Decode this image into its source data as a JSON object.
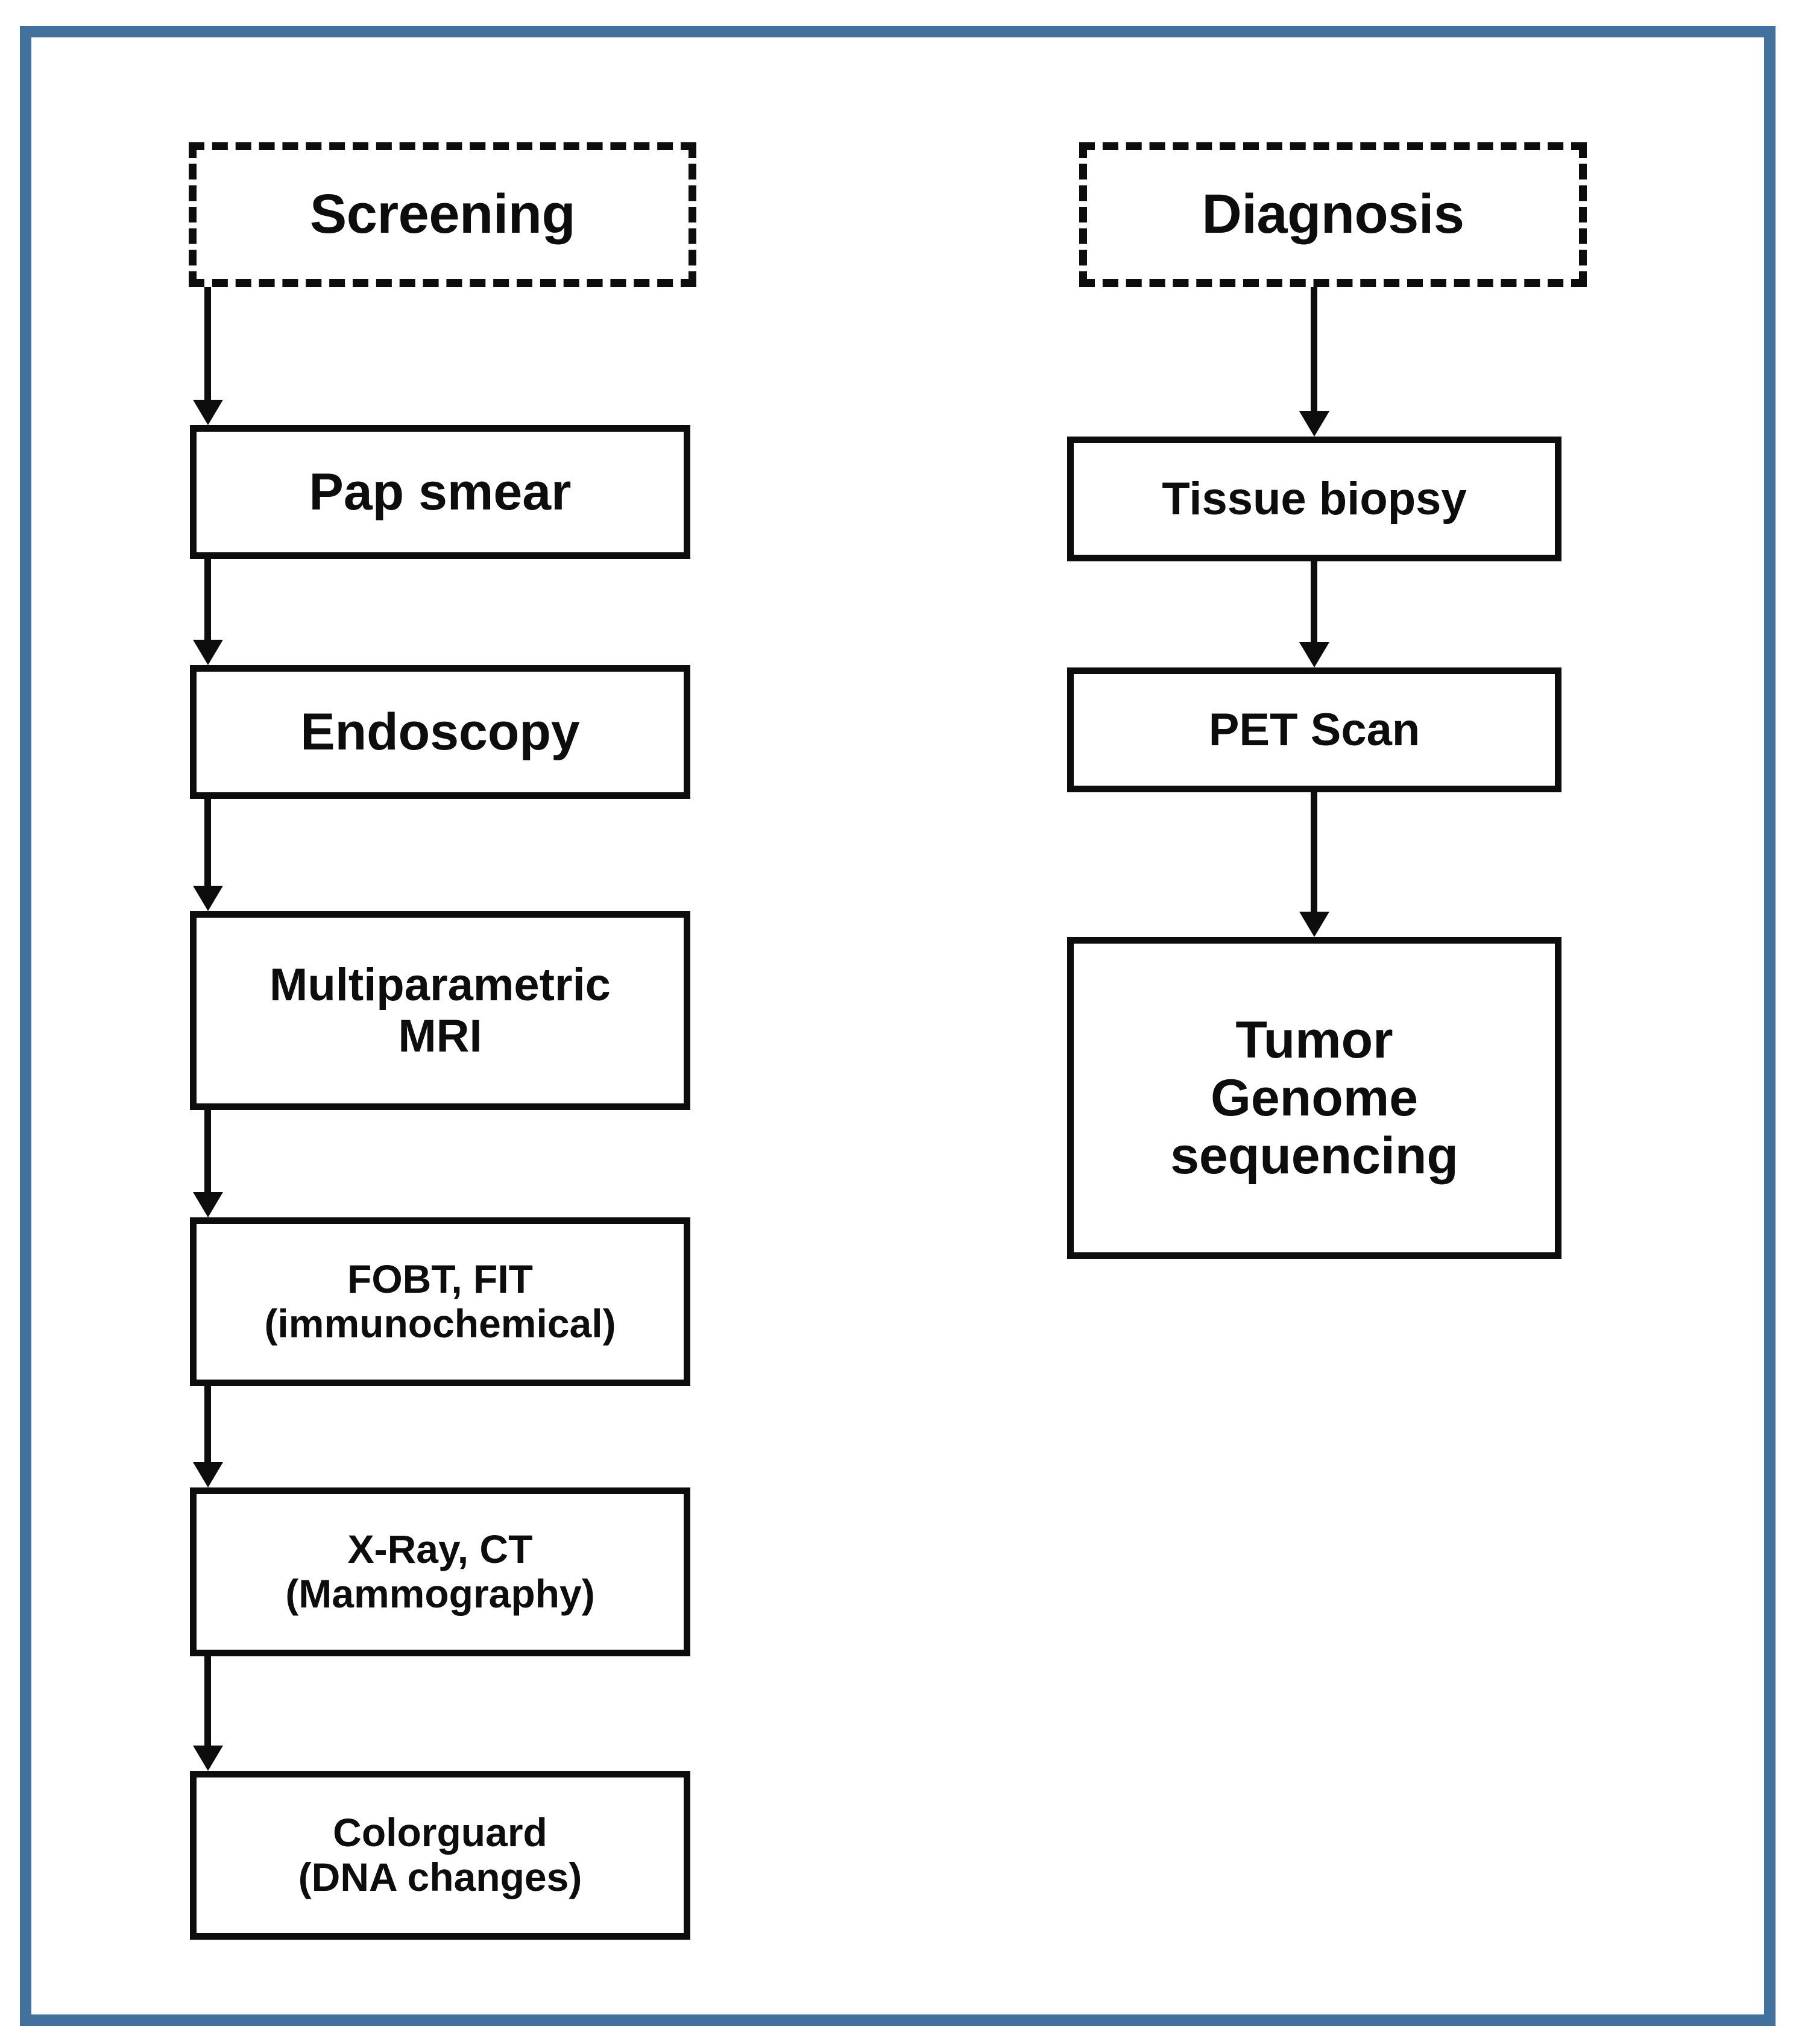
{
  "figure": {
    "frame_color": "#41719C",
    "stroke_color": "#0d0d0d",
    "background": "#ffffff"
  },
  "columns": [
    {
      "id": "screening",
      "header": {
        "label": "Screening"
      },
      "nodes": [
        {
          "id": "pap-smear",
          "lines": [
            "Pap smear"
          ]
        },
        {
          "id": "endoscopy",
          "lines": [
            "Endoscopy"
          ]
        },
        {
          "id": "multiparametric-mri",
          "lines": [
            "Multiparametric",
            "MRI"
          ]
        },
        {
          "id": "fobt-fit",
          "lines": [
            "FOBT, FIT",
            "(immunochemical)"
          ]
        },
        {
          "id": "xray-ct",
          "lines": [
            "X-Ray, CT",
            "(Mammography)"
          ]
        },
        {
          "id": "colorguard",
          "lines": [
            "Colorguard",
            "(DNA changes)"
          ]
        }
      ]
    },
    {
      "id": "diagnosis",
      "header": {
        "label": "Diagnosis"
      },
      "nodes": [
        {
          "id": "tissue-biopsy",
          "lines": [
            "Tissue biopsy"
          ]
        },
        {
          "id": "pet-scan",
          "lines": [
            "PET Scan"
          ]
        },
        {
          "id": "tumor-genome-sequencing",
          "lines": [
            "Tumor",
            "Genome",
            "sequencing"
          ]
        }
      ]
    }
  ]
}
